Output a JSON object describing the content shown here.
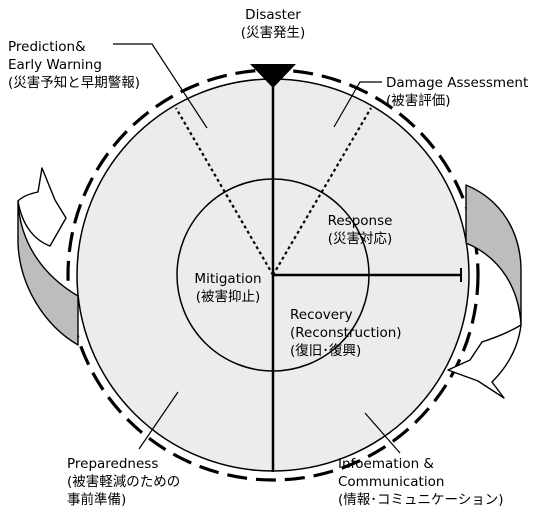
{
  "disaster": {
    "en": "Disaster",
    "jp": "(災害発生)"
  },
  "prediction": {
    "en1": "Prediction&",
    "en2": "Early Warning",
    "jp": "(災害予知と早期警報)"
  },
  "damage_assessment": {
    "en": "Damage Assessment",
    "jp": "(被害評価)"
  },
  "response": {
    "en": "Response",
    "jp": "(災害対応)"
  },
  "mitigation": {
    "en": "Mitigation",
    "jp": "(被害抑止)"
  },
  "recovery": {
    "en1": "Recovery",
    "en2": "(Reconstruction)",
    "jp": "(復旧･復興)"
  },
  "preparedness": {
    "en": "Preparedness",
    "jp1": "(被害軽減のための",
    "jp2": "事前準備)"
  },
  "information": {
    "en1": "Infoemation &",
    "en2": "Communication",
    "jp": "(情報･コミュニケーション)"
  },
  "colors": {
    "cycle_fill": "#ececec",
    "arrow_fill": "#bdbdbd",
    "stroke": "#000000"
  }
}
